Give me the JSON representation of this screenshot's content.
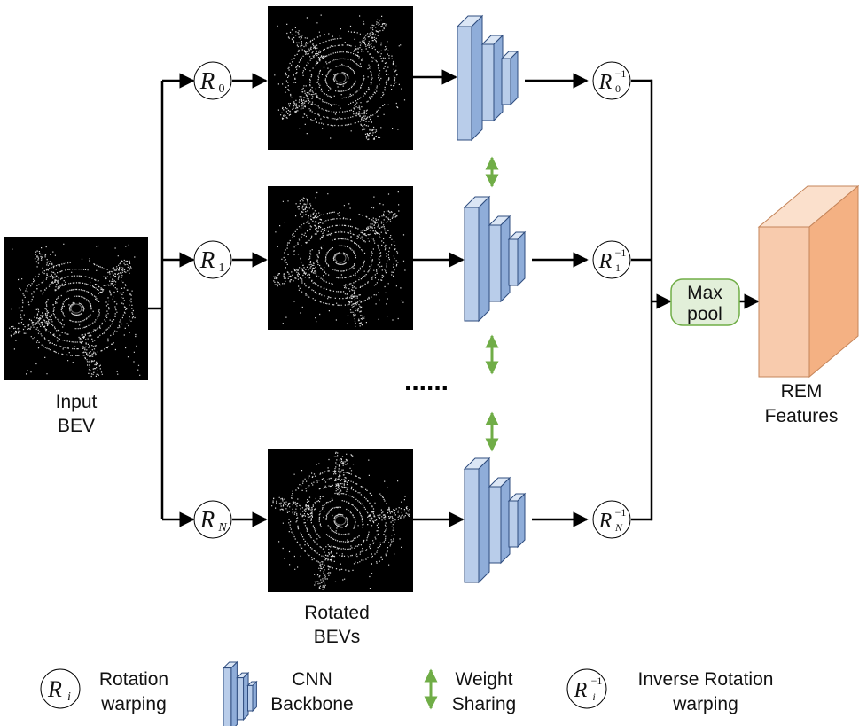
{
  "input": {
    "label_line1": "Input",
    "label_line2": "BEV"
  },
  "rotations": [
    {
      "sym": "R",
      "sub": "0"
    },
    {
      "sym": "R",
      "sub": "1"
    },
    {
      "sym": "R",
      "sub": "N"
    }
  ],
  "inverse_rotations": [
    {
      "sym": "R",
      "sub": "0",
      "sup": "−1"
    },
    {
      "sym": "R",
      "sub": "1",
      "sup": "−1"
    },
    {
      "sym": "R",
      "sub": "N",
      "sup": "−1"
    }
  ],
  "ellipsis": "......",
  "rotated_label": {
    "line1": "Rotated",
    "line2": "BEVs"
  },
  "maxpool": {
    "line1": "Max",
    "line2": "pool"
  },
  "rem": {
    "line1": "REM",
    "line2": "Features"
  },
  "legend": {
    "rotation": {
      "sym": "R",
      "sub": "i",
      "line1": "Rotation",
      "line2": "warping"
    },
    "cnn": {
      "line1": "CNN",
      "line2": "Backbone"
    },
    "weight": {
      "line1": "Weight",
      "line2": "Sharing"
    },
    "inverse": {
      "sym": "R",
      "sub": "i",
      "sup": "−1",
      "line1": "Inverse Rotation",
      "line2": "warping"
    }
  },
  "colors": {
    "cnn_front": "#b9cdea",
    "cnn_side": "#8fadd9",
    "cnn_top": "#dbe6f5",
    "cnn_stroke": "#2f4d7f",
    "weight_arrow": "#70ad47",
    "maxpool_fill": "#e2efd9",
    "maxpool_stroke": "#70ad47",
    "rem_front": "#f8cbad",
    "rem_side": "#f4b183",
    "rem_top": "#fbe0cc",
    "bev_background": "#000000",
    "bev_points": "#d9d9d9"
  }
}
